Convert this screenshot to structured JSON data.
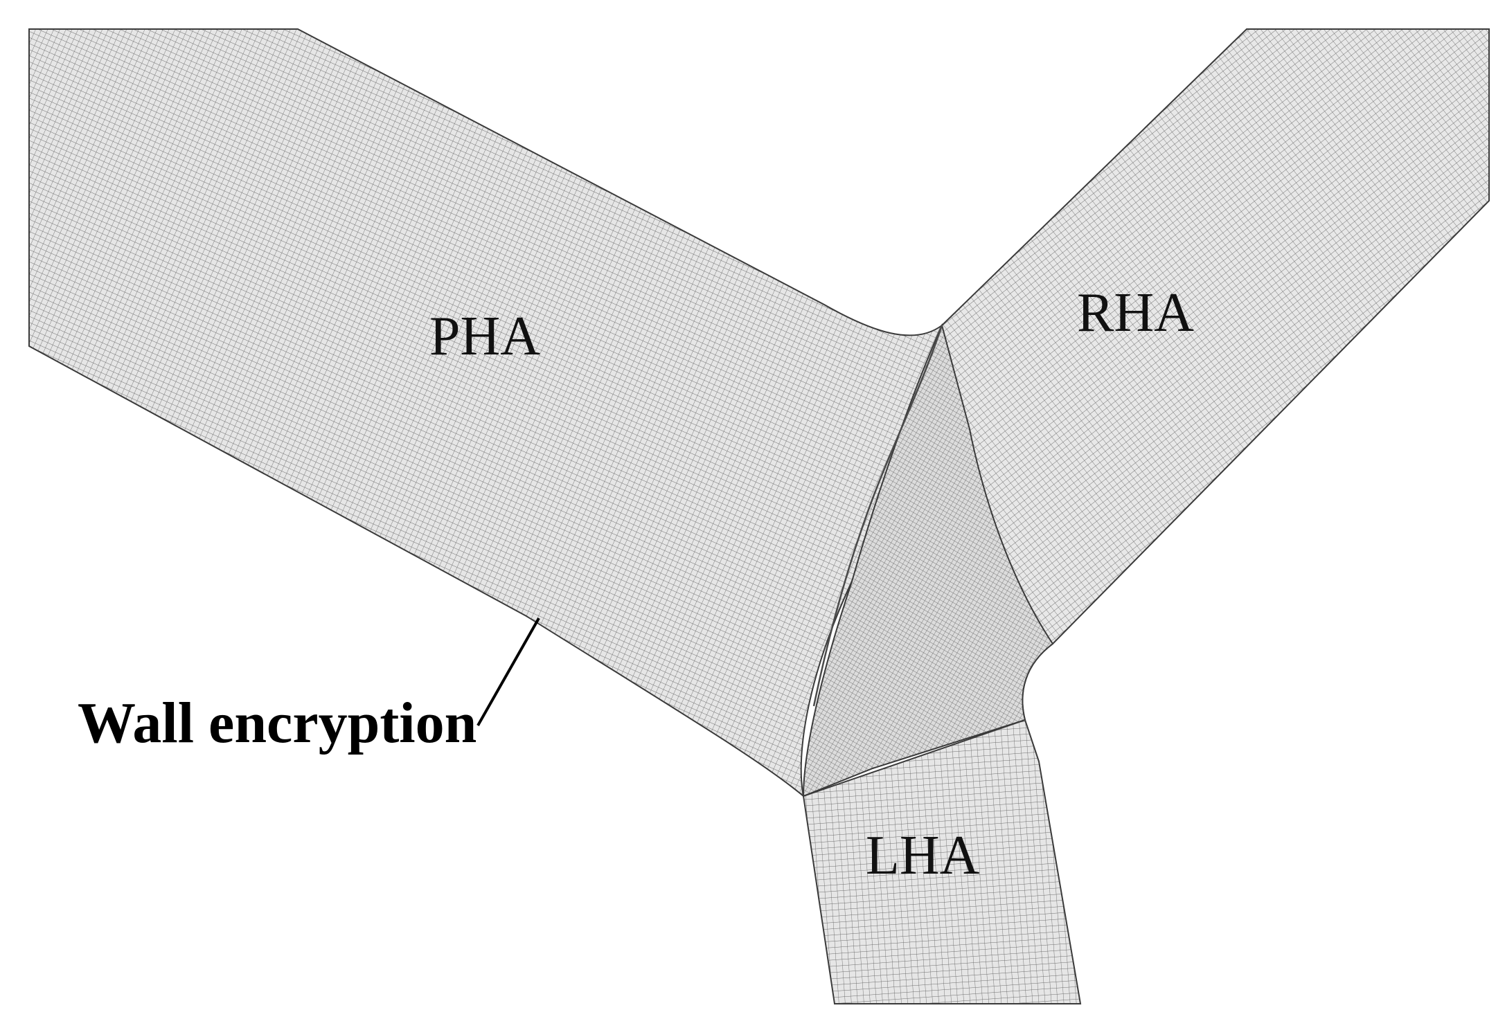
{
  "figure": {
    "labels": {
      "pha": "PHA",
      "rha": "RHA",
      "lha": "LHA"
    },
    "callout": {
      "text": "Wall encryption"
    },
    "colors": {
      "background": "#ffffff",
      "mesh_fill": "#e4e4e4",
      "mesh_line": "#6a6a6a",
      "outline": "#3a3a3a",
      "text": "#111111"
    }
  }
}
